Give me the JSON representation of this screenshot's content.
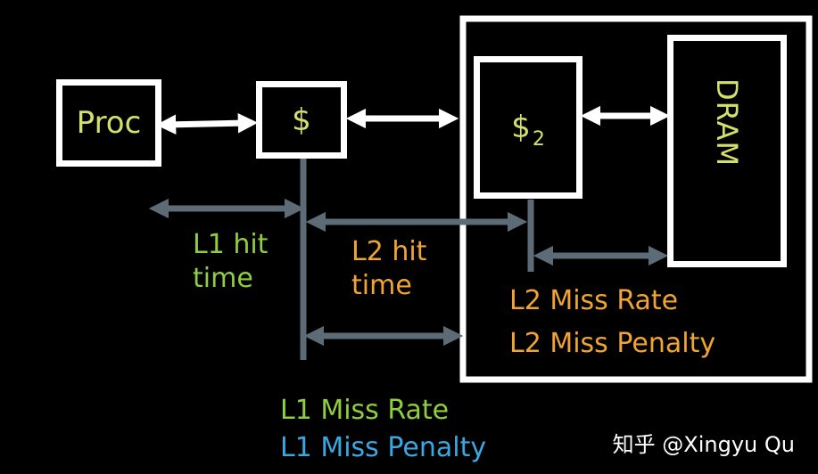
{
  "boxes": {
    "proc": "Proc",
    "l1_cache": "$",
    "l2_cache": "$",
    "l2_cache_sub": "2",
    "dram": "DRAM"
  },
  "labels": {
    "l1_hit_time_line1": "L1 hit",
    "l1_hit_time_line2": "time",
    "l2_hit_time_line1": "L2 hit",
    "l2_hit_time_line2": "time",
    "l2_miss_rate": "L2 Miss Rate",
    "l2_miss_penalty": "L2 Miss Penalty",
    "l1_miss_rate": "L1 Miss Rate",
    "l1_miss_penalty": "L1 Miss Penalty"
  },
  "watermark": "知乎 @Xingyu Qu",
  "colors": {
    "background": "#000000",
    "box_border": "#ffffff",
    "box_text": "#d4e06b",
    "gray_arrows": "#5d6b76",
    "green_text": "#8fce3f",
    "orange_text": "#f0a431",
    "blue_text": "#3aa7e0"
  }
}
